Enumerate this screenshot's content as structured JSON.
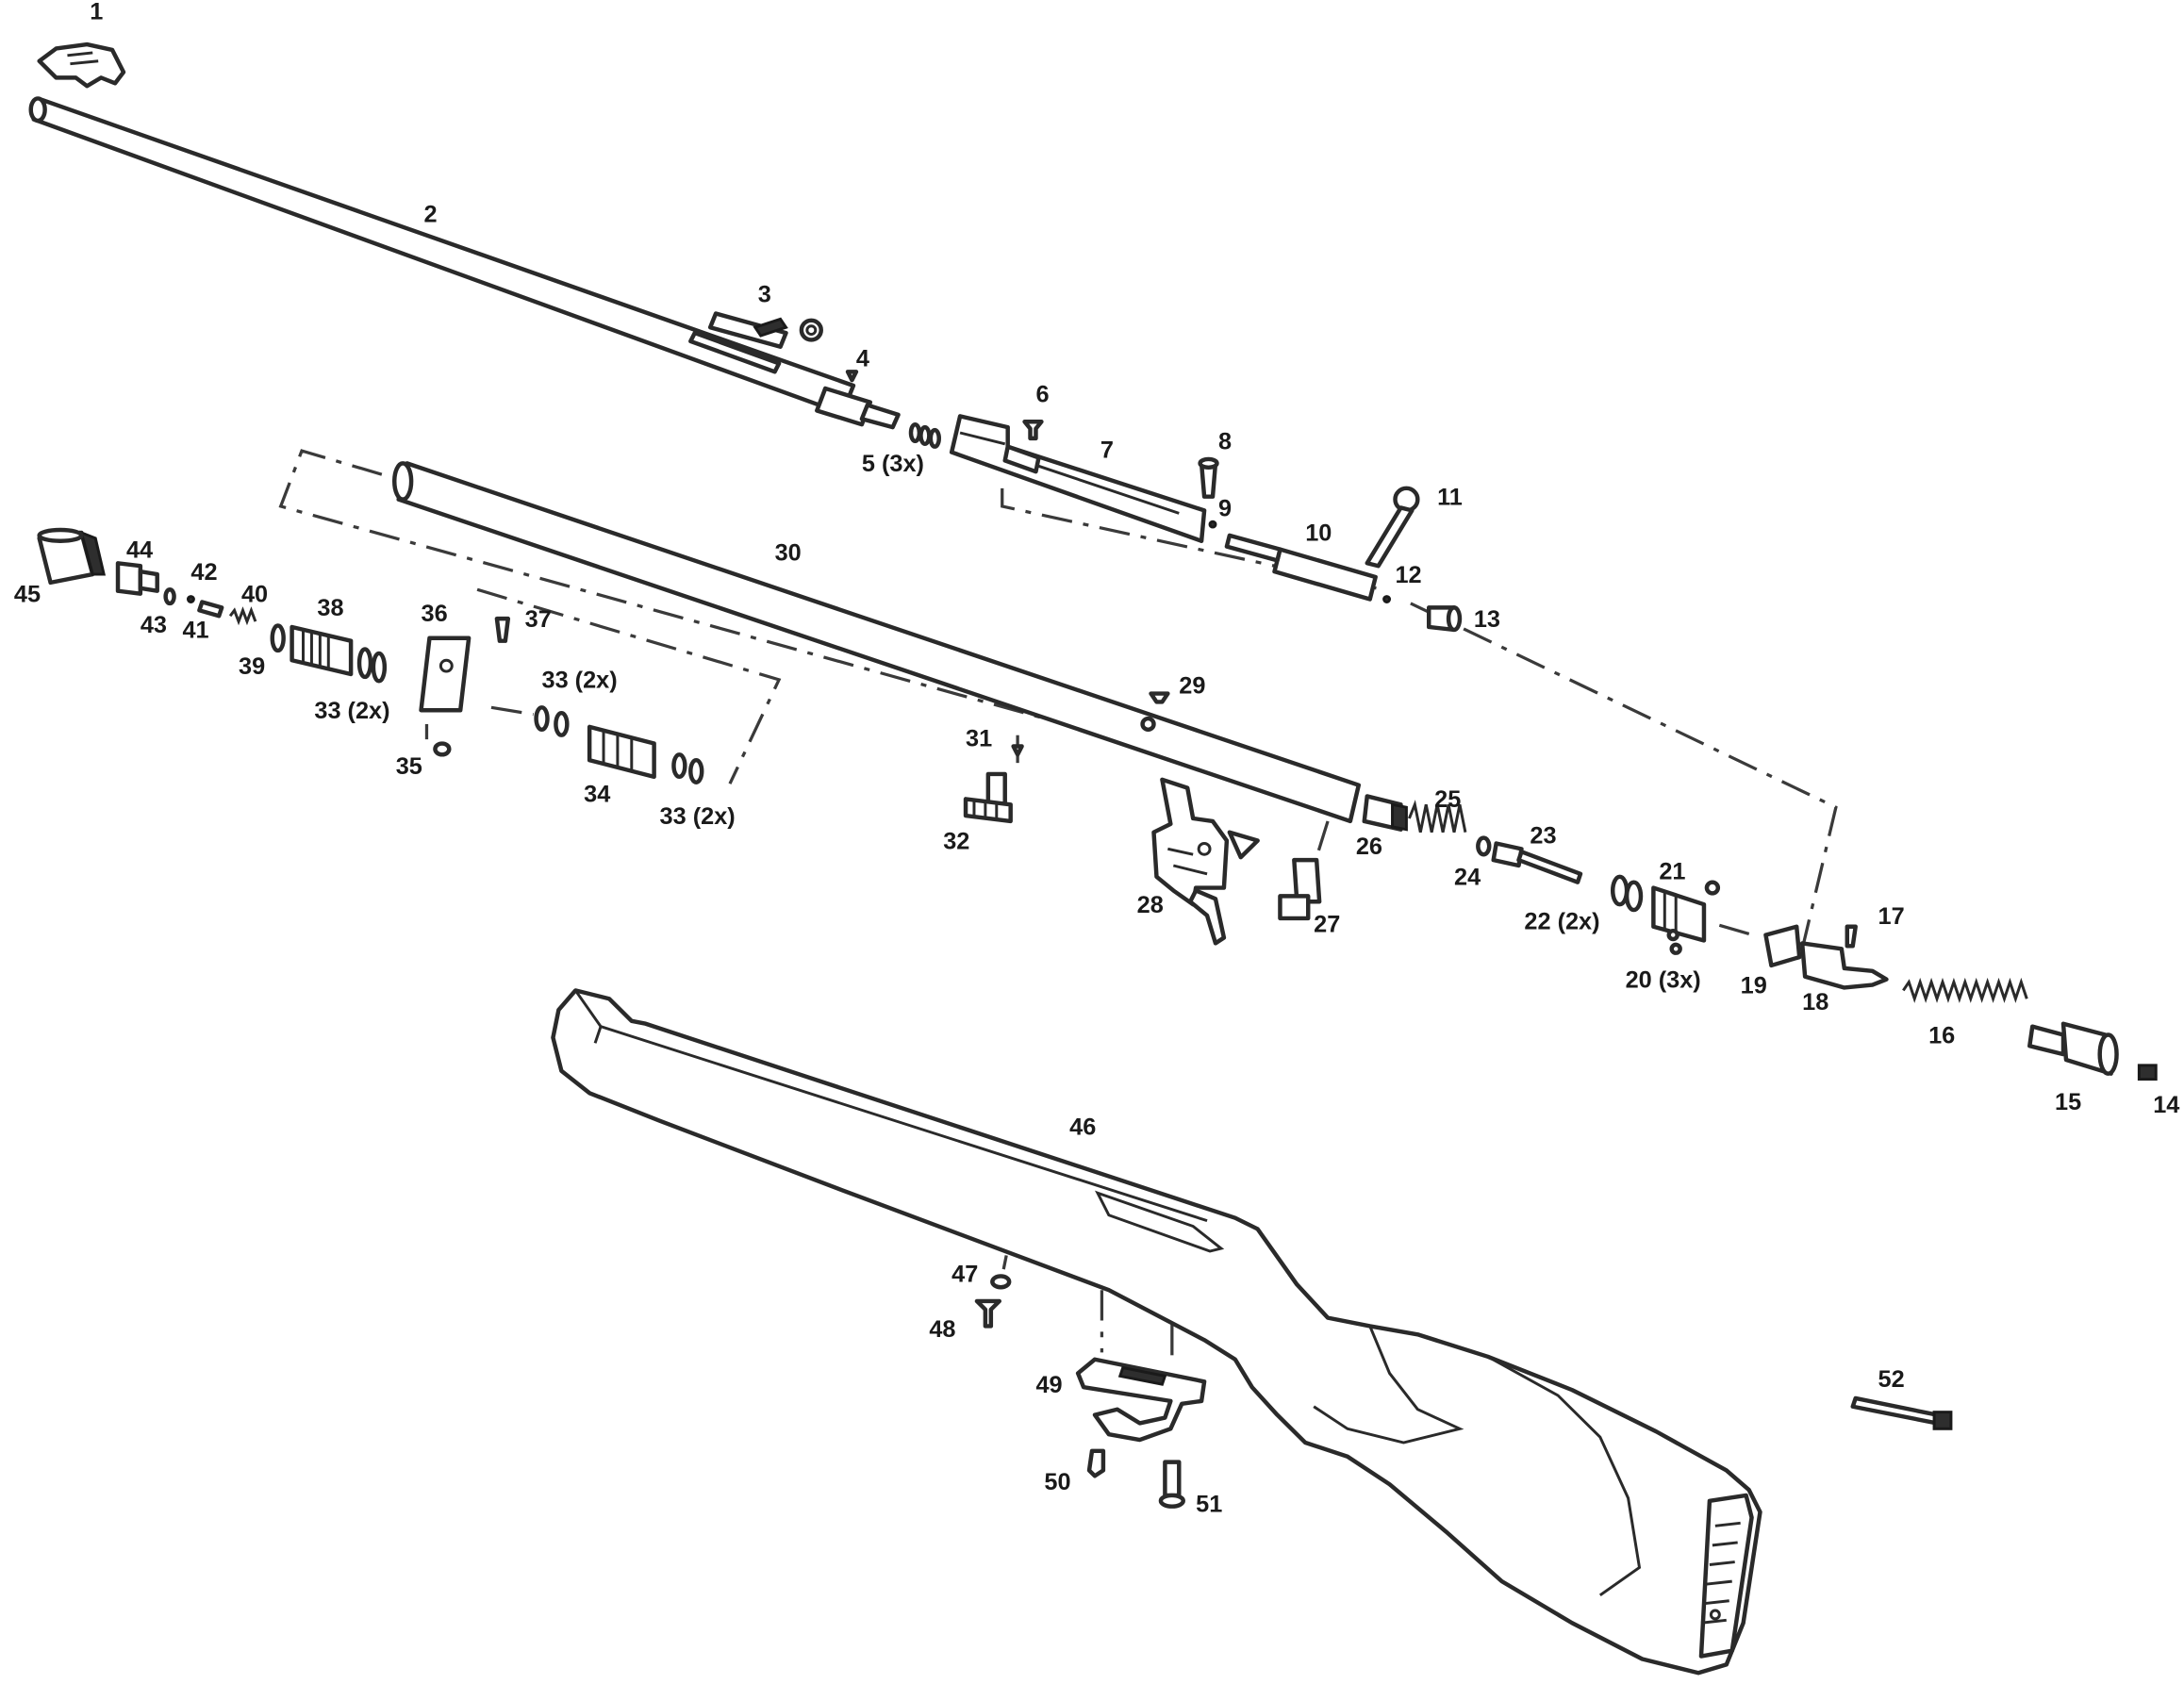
{
  "labels": [
    {
      "id": "p1",
      "text": "1"
    },
    {
      "id": "p2",
      "text": "2"
    },
    {
      "id": "p3",
      "text": "3"
    },
    {
      "id": "p4",
      "text": "4"
    },
    {
      "id": "p5",
      "text": "5 (3x)"
    },
    {
      "id": "p6",
      "text": "6"
    },
    {
      "id": "p7",
      "text": "7"
    },
    {
      "id": "p8",
      "text": "8"
    },
    {
      "id": "p9",
      "text": "9"
    },
    {
      "id": "p10",
      "text": "10"
    },
    {
      "id": "p11",
      "text": "11"
    },
    {
      "id": "p12",
      "text": "12"
    },
    {
      "id": "p13",
      "text": "13"
    },
    {
      "id": "p14",
      "text": "14"
    },
    {
      "id": "p15",
      "text": "15"
    },
    {
      "id": "p16",
      "text": "16"
    },
    {
      "id": "p17",
      "text": "17"
    },
    {
      "id": "p18",
      "text": "18"
    },
    {
      "id": "p19",
      "text": "19"
    },
    {
      "id": "p20",
      "text": "20 (3x)"
    },
    {
      "id": "p21",
      "text": "21"
    },
    {
      "id": "p22",
      "text": "22 (2x)"
    },
    {
      "id": "p23",
      "text": "23"
    },
    {
      "id": "p24",
      "text": "24"
    },
    {
      "id": "p25",
      "text": "25"
    },
    {
      "id": "p26",
      "text": "26"
    },
    {
      "id": "p27",
      "text": "27"
    },
    {
      "id": "p28",
      "text": "28"
    },
    {
      "id": "p29",
      "text": "29"
    },
    {
      "id": "p30",
      "text": "30"
    },
    {
      "id": "p31",
      "text": "31"
    },
    {
      "id": "p32",
      "text": "32"
    },
    {
      "id": "p33a",
      "text": "33 (2x)"
    },
    {
      "id": "p33b",
      "text": "33 (2x)"
    },
    {
      "id": "p33c",
      "text": "33 (2x)"
    },
    {
      "id": "p34",
      "text": "34"
    },
    {
      "id": "p35",
      "text": "35"
    },
    {
      "id": "p36",
      "text": "36"
    },
    {
      "id": "p37",
      "text": "37"
    },
    {
      "id": "p38",
      "text": "38"
    },
    {
      "id": "p39",
      "text": "39"
    },
    {
      "id": "p40",
      "text": "40"
    },
    {
      "id": "p41",
      "text": "41"
    },
    {
      "id": "p42",
      "text": "42"
    },
    {
      "id": "p43",
      "text": "43"
    },
    {
      "id": "p44",
      "text": "44"
    },
    {
      "id": "p45",
      "text": "45"
    },
    {
      "id": "p46",
      "text": "46"
    },
    {
      "id": "p47",
      "text": "47"
    },
    {
      "id": "p48",
      "text": "48"
    },
    {
      "id": "p49",
      "text": "49"
    },
    {
      "id": "p50",
      "text": "50"
    },
    {
      "id": "p51",
      "text": "51"
    },
    {
      "id": "p52",
      "text": "52"
    }
  ],
  "colors": {
    "line": "#2a2a2a",
    "text": "#1a1a1a",
    "background": "#ffffff"
  }
}
